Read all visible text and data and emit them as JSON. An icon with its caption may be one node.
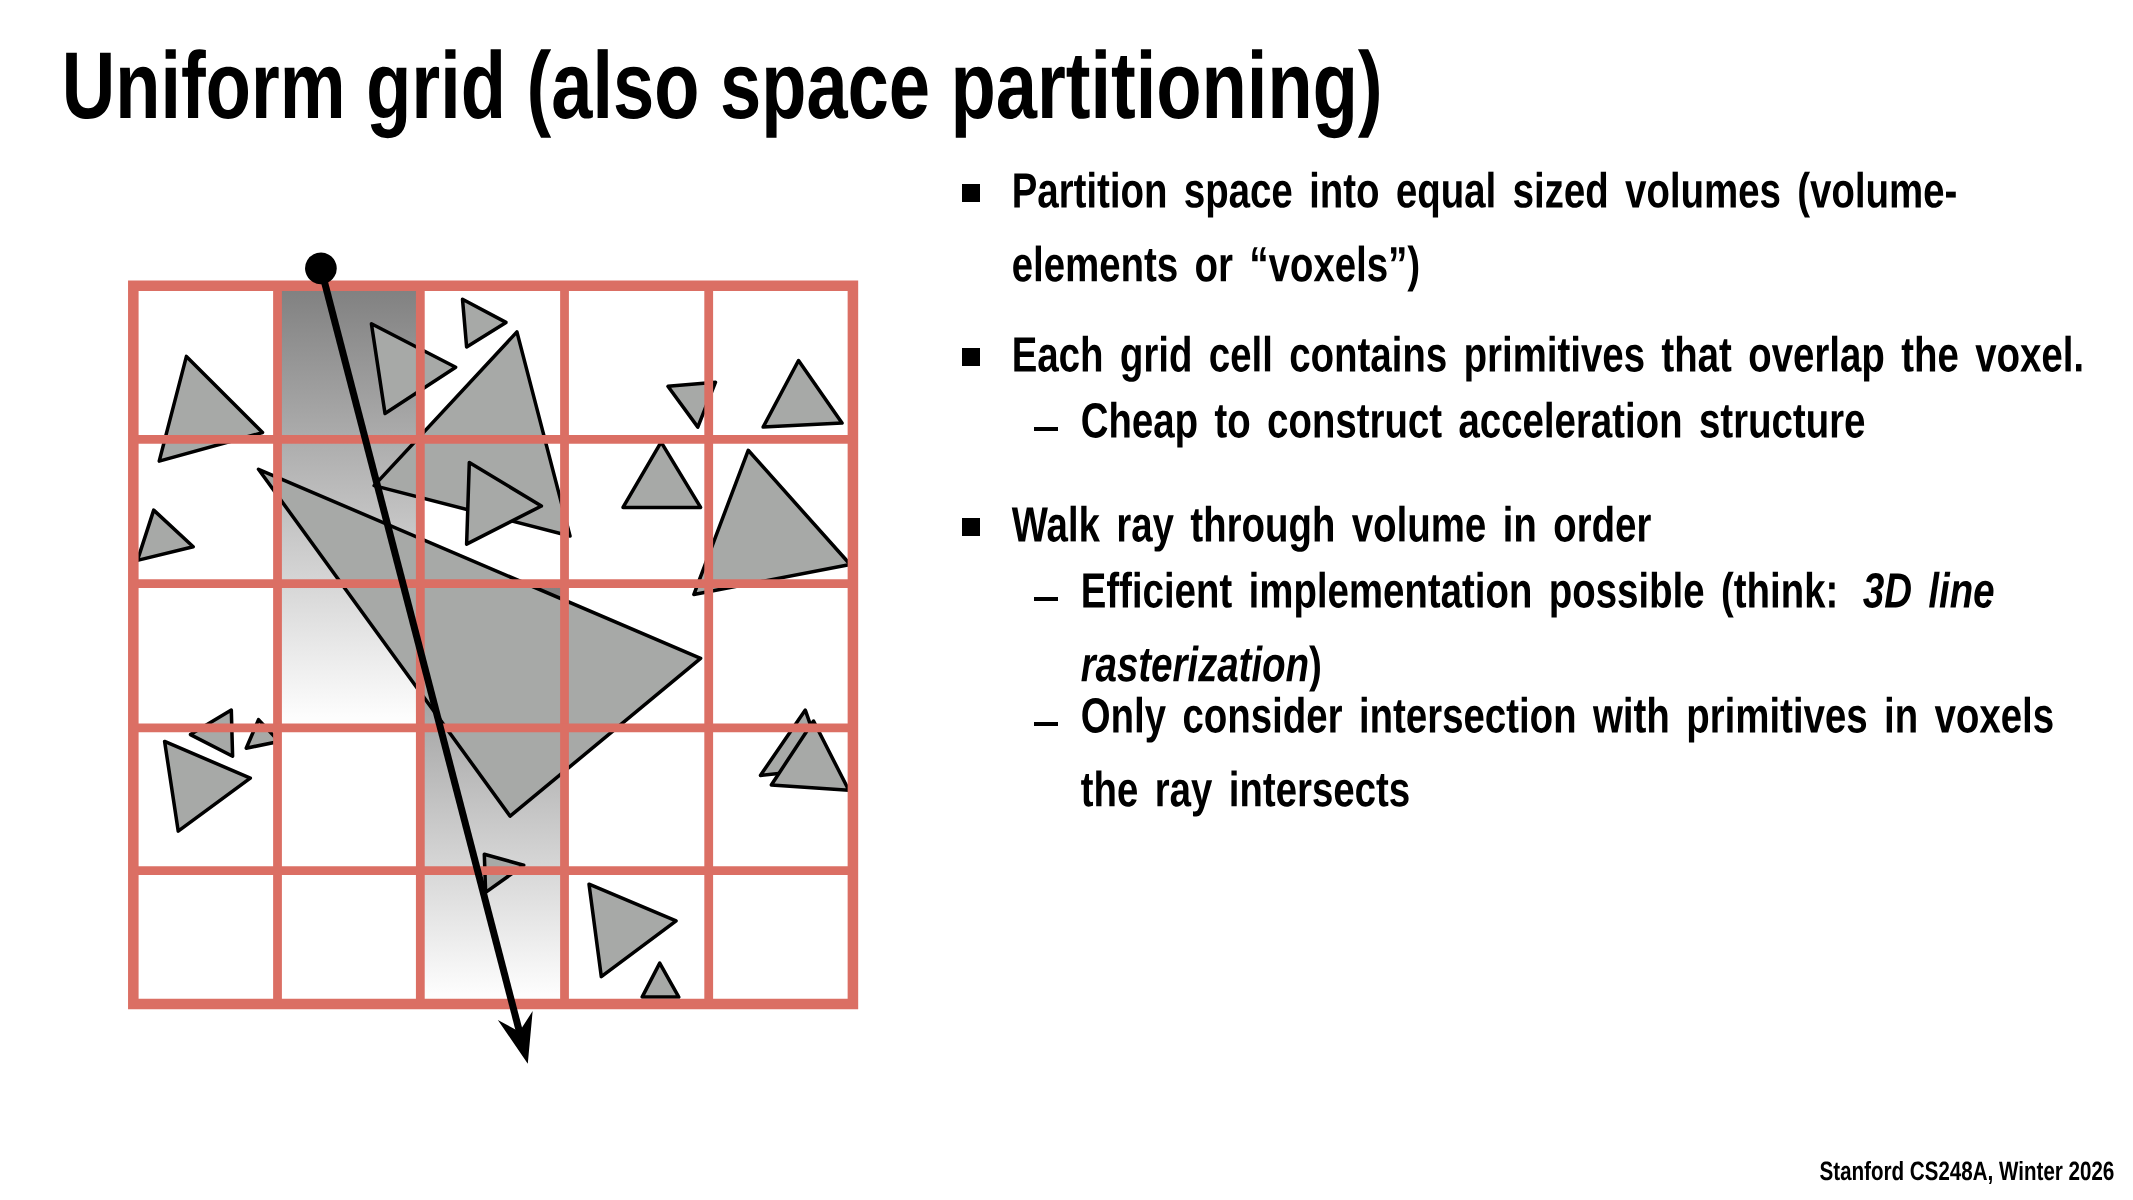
{
  "diagram": {
    "title": "Uniform grid (also space partitioning)",
    "labels": [
      "Partition space into equal sized volumes (volume-elements or “voxels”)",
      "Each grid cell contains primitives that overlap the voxel.",
      "Cheap to construct acceleration structure",
      "Walk ray through volume in order",
      "Efficient implementation possible (think: *3D line rasterization*)",
      "Only consider intersection with primitives in voxels the ray intersects",
      "Stanford CS248A, Winter 2026"
    ]
  }
}
